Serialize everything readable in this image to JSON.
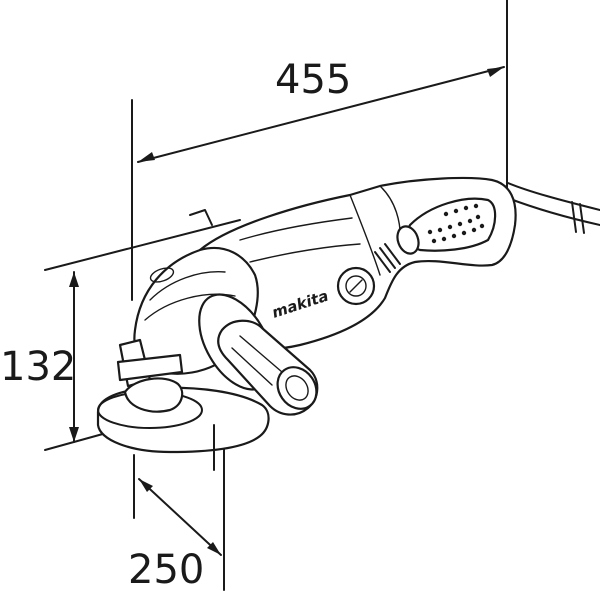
{
  "dimensions": {
    "length": "455",
    "height": "132",
    "width": "250"
  },
  "brand": "makita"
}
